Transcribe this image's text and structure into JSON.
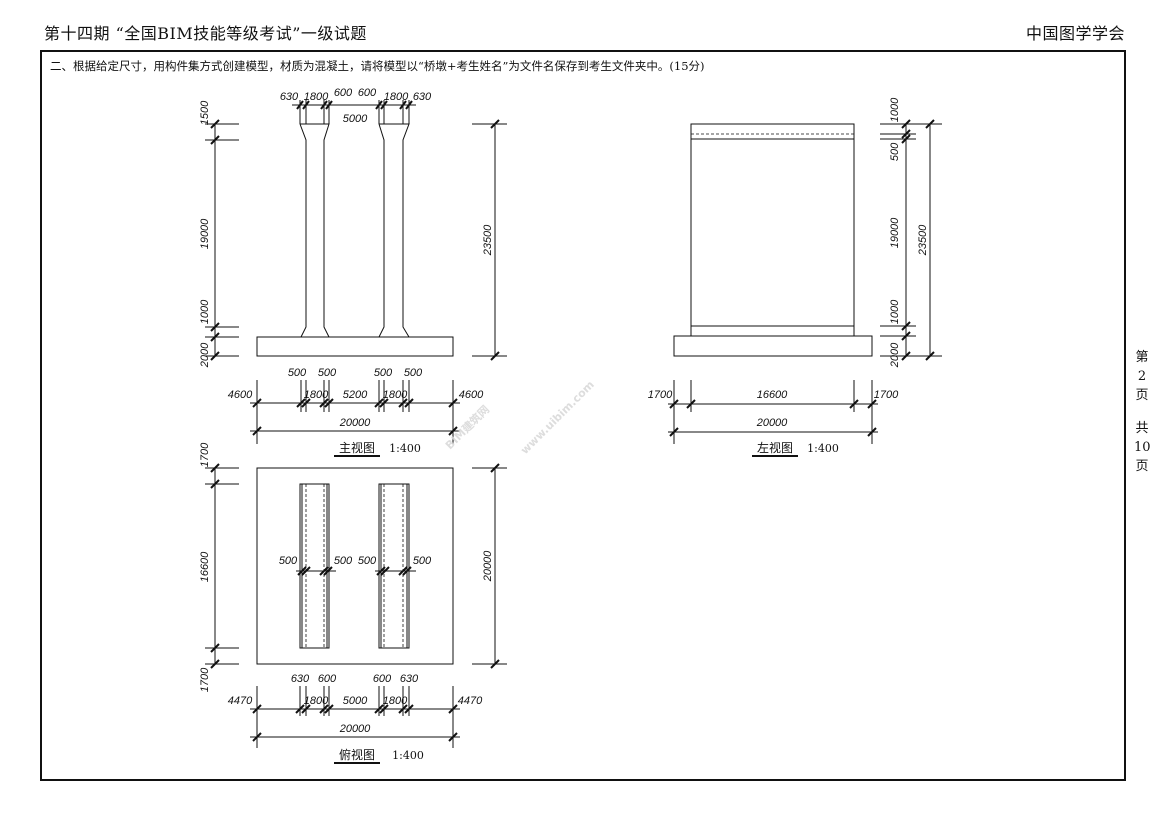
{
  "header": {
    "title": "第十四期 “全国BIM技能等级考试”一级试题",
    "organization": "中国图学学会"
  },
  "question": "二、根据给定尺寸，用构件集方式创建模型，材质为混凝土，请将模型以“桥墩+考生姓名”为文件名保存到考生文件夹中。(15分)",
  "page_info": {
    "prefix": "第",
    "current": "2",
    "suffix": "页",
    "total_prefix": "共",
    "total": "10",
    "total_suffix": "页"
  },
  "watermark": {
    "line1": "BIM建筑网",
    "line2": "www.uibim.com"
  },
  "front_view": {
    "title": "主视图",
    "scale": "1:400",
    "top_dims": [
      "630",
      "1800",
      "600",
      "600",
      "1800",
      "630"
    ],
    "top_total": "5000",
    "left_dims": [
      "1500",
      "19000",
      "1000",
      "2000"
    ],
    "right_total": "23500",
    "bottom_upper": [
      "500",
      "500",
      "500",
      "500"
    ],
    "bottom_dims": [
      "4600",
      "1800",
      "5200",
      "1800",
      "4600"
    ],
    "bottom_total": "20000"
  },
  "side_view": {
    "title": "左视图",
    "scale": "1:400",
    "right_dims": [
      "1000",
      "500",
      "19000",
      "1000",
      "2000"
    ],
    "right_total": "23500",
    "bottom_dims": [
      "1700",
      "16600",
      "1700"
    ],
    "bottom_total": "20000"
  },
  "top_view": {
    "title": "俯视图",
    "scale": "1:400",
    "left_dims": [
      "1700",
      "16600",
      "1700"
    ],
    "right_total": "20000",
    "inner_dims": [
      "500",
      "500",
      "500",
      "500"
    ],
    "bottom_upper": [
      "630",
      "600",
      "600",
      "630"
    ],
    "bottom_dims": [
      "4470",
      "1800",
      "5000",
      "1800",
      "4470"
    ],
    "bottom_total": "20000"
  }
}
